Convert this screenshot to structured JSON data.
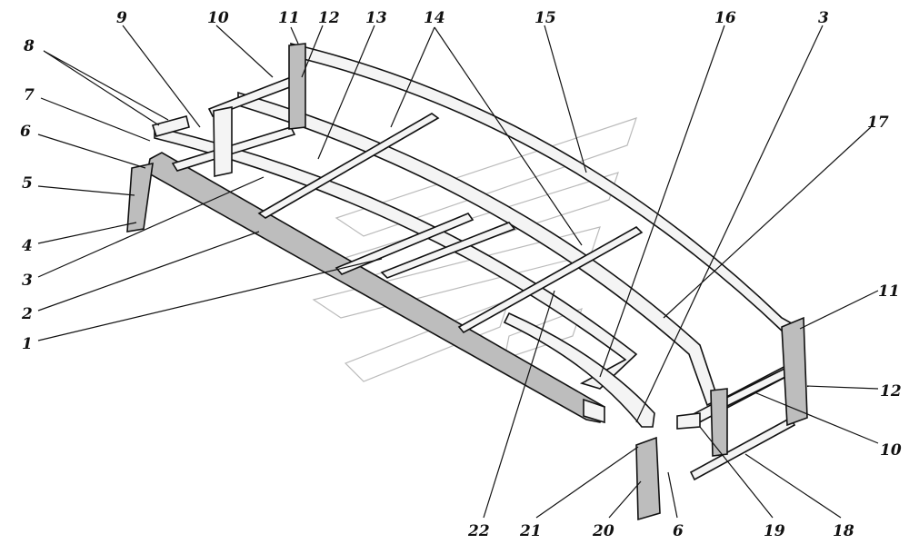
{
  "title": "Frame assembly diagram",
  "callouts": {
    "top": [
      "9",
      "10",
      "11",
      "12",
      "13",
      "14",
      "15",
      "16",
      "3"
    ],
    "left": [
      "8",
      "7",
      "6",
      "5",
      "4",
      "3",
      "2",
      "1"
    ],
    "right": [
      "17",
      "11",
      "12",
      "10"
    ],
    "bottom": [
      "22",
      "21",
      "20",
      "6",
      "19",
      "18"
    ]
  }
}
